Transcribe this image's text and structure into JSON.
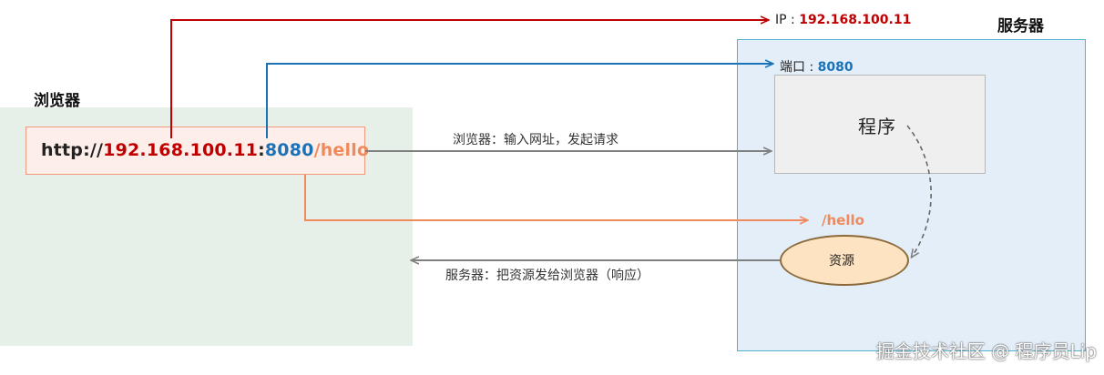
{
  "regions": {
    "browser_title": "浏览器",
    "server_title": "服务器"
  },
  "url": {
    "scheme": "http://",
    "ip": "192.168.100.11",
    "colon": ":",
    "port": "8080",
    "path": "/hello"
  },
  "arrow_labels": {
    "ip_key": "IP : ",
    "ip_value": "192.168.100.11",
    "port_key": "端口 : ",
    "port_value": "8080",
    "path": "/hello",
    "request": "浏览器：输入网址，发起请求",
    "response": "服务器：把资源发给浏览器（响应）"
  },
  "nodes": {
    "program": "程序",
    "resource": "资源"
  },
  "watermark": "掘金技术社区 @ 程序员Lip",
  "colors": {
    "ip": "#c00000",
    "port": "#1a73b8",
    "path": "#f08a5d",
    "request_line": "#808080",
    "browser_bg": "#e6f0e8",
    "server_bg": "#e3eef9"
  }
}
